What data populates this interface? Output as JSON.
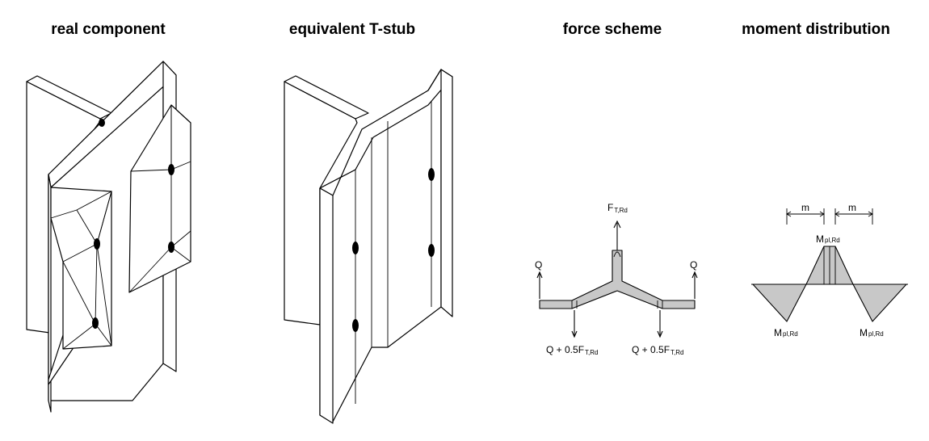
{
  "headings": {
    "real_component": "real component",
    "equivalent_tstub": "equivalent T-stub",
    "force_scheme": "force scheme",
    "moment_distribution": "moment distribution"
  },
  "force_scheme": {
    "top_force": "F",
    "top_force_sub": "T,Rd",
    "prying_left": "Q",
    "prying_right": "Q",
    "bottom_left_main": "Q + 0.5F",
    "bottom_left_sub": "T,Rd",
    "bottom_right_main": "Q + 0.5F",
    "bottom_right_sub": "T,Rd"
  },
  "moment_distribution": {
    "dim_left": "m",
    "dim_right": "m",
    "top_moment": "M",
    "top_moment_sub": "pl,Rd",
    "bottom_left_moment": "M",
    "bottom_left_sub": "pl,Rd",
    "bottom_right_moment": "M",
    "bottom_right_sub": "pl,Rd"
  },
  "colors": {
    "fill_grey": "#c8c8c8",
    "line": "#000000"
  }
}
